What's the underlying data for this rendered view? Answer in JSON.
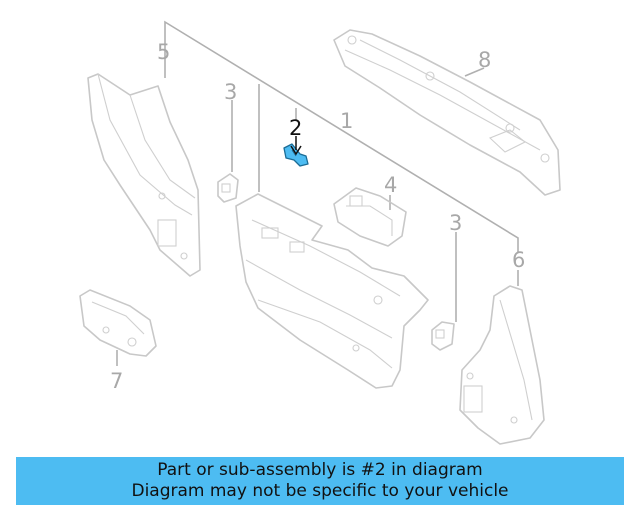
{
  "diagram": {
    "callouts": {
      "c1": "1",
      "c2": "2",
      "c3a": "3",
      "c3b": "3",
      "c4": "4",
      "c5": "5",
      "c6": "6",
      "c7": "7",
      "c8": "8"
    },
    "highlight_color": "#4dbcf2"
  },
  "banner": {
    "line1": "Part or sub-assembly is #2 in diagram",
    "line2": "Diagram may not be specific to your vehicle"
  }
}
